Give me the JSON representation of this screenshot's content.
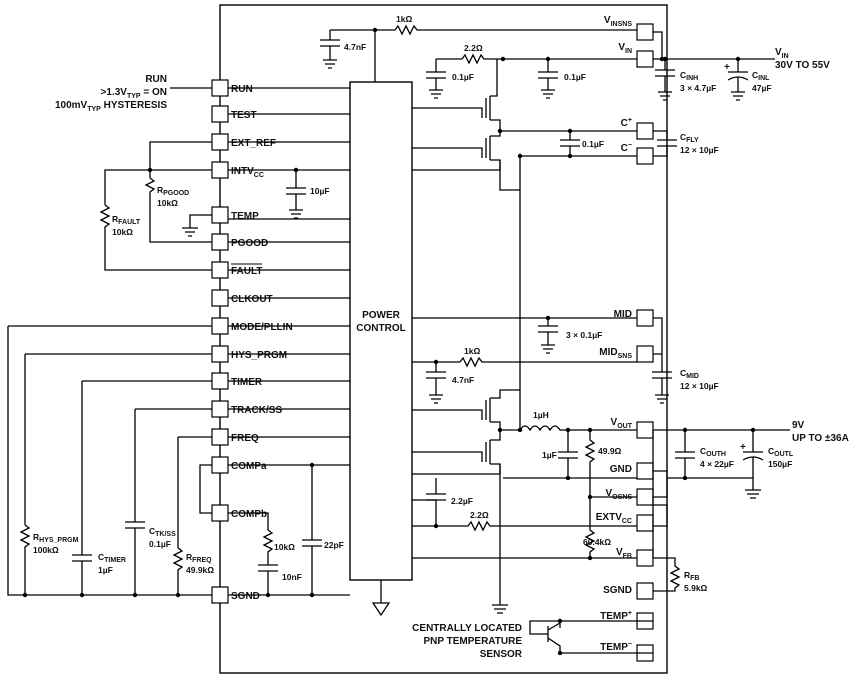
{
  "title": "",
  "left_pins": [
    {
      "id": "run",
      "label": "RUN"
    },
    {
      "id": "test",
      "label": "TEST"
    },
    {
      "id": "ext_ref",
      "label": "EXT_REF"
    },
    {
      "id": "intvcc",
      "label": "INTV",
      "sub": "CC"
    },
    {
      "id": "temp",
      "label": "TEMP"
    },
    {
      "id": "pgood",
      "label": "PGOOD"
    },
    {
      "id": "fault",
      "label": "FAULT"
    },
    {
      "id": "clkout",
      "label": "CLKOUT"
    },
    {
      "id": "mode",
      "label": "MODE/PLLIN"
    },
    {
      "id": "hys",
      "label": "HYS_PRGM"
    },
    {
      "id": "timer",
      "label": "TIMER"
    },
    {
      "id": "track",
      "label": "TRACK/SS"
    },
    {
      "id": "freq",
      "label": "FREQ"
    },
    {
      "id": "compa",
      "label": "COMPa"
    },
    {
      "id": "compb",
      "label": "COMPb"
    },
    {
      "id": "sgnd_l",
      "label": "SGND"
    }
  ],
  "right_pins": [
    {
      "id": "vinsns",
      "label": "V",
      "sub": "INSNS"
    },
    {
      "id": "vin",
      "label": "V",
      "sub": "IN"
    },
    {
      "id": "cplus",
      "label": "C",
      "sup": "+"
    },
    {
      "id": "cminus",
      "label": "C",
      "sup": "−"
    },
    {
      "id": "mid",
      "label": "MID"
    },
    {
      "id": "midsns",
      "label": "MID",
      "sub": "SNS"
    },
    {
      "id": "vout",
      "label": "V",
      "sub": "OUT"
    },
    {
      "id": "gnd",
      "label": "GND"
    },
    {
      "id": "vosns",
      "label": "V",
      "sub": "OSNS"
    },
    {
      "id": "extvcc",
      "label": "EXTV",
      "sub": "CC"
    },
    {
      "id": "vfb",
      "label": "V",
      "sub": "FB"
    },
    {
      "id": "sgnd_r",
      "label": "SGND"
    },
    {
      "id": "tempp",
      "label": "TEMP",
      "sup": "+"
    },
    {
      "id": "tempm",
      "label": "TEMP",
      "sup": "−"
    }
  ],
  "center_block": {
    "line1": "POWER",
    "line2": "CONTROL"
  },
  "run_note": {
    "l1": "RUN",
    "l2a": ">1.3V",
    "l2sub": "TYP",
    "l2b": " = ON",
    "l3a": "100mV",
    "l3sub": "TYP",
    "l3b": " HYSTERESIS"
  },
  "vin_note": {
    "name": "V",
    "name_sub": "IN",
    "range": "30V TO 55V"
  },
  "vout_note": {
    "volt": "9V",
    "current": "UP TO ±36A"
  },
  "sensor_note": {
    "l1": "CENTRALLY LOCATED",
    "l2": "PNP TEMPERATURE",
    "l3": "SENSOR"
  },
  "components": {
    "r_1k_top": "1kΩ",
    "c_4n7_top": "4.7nF",
    "r_2r2_top": "2.2Ω",
    "c_0u1_a": "0.1µF",
    "c_0u1_b": "0.1µF",
    "cinh": {
      "name": "C",
      "sub": "INH",
      "value": "3 × 4.7µF"
    },
    "cinl": {
      "name": "C",
      "sub": "INL",
      "value": "47µF"
    },
    "cfly": {
      "name": "C",
      "sub": "FLY",
      "value": "12 × 10µF"
    },
    "c_fly_0u1": "0.1µF",
    "c_intv": "10µF",
    "rpgood": {
      "name": "R",
      "sub": "PGOOD",
      "value": "10kΩ"
    },
    "rfault": {
      "name": "R",
      "sub": "FAULT",
      "value": "10kΩ"
    },
    "c_mid": "3 × 0.1µF",
    "r_1k_mid": "1kΩ",
    "c_4n7_mid": "4.7nF",
    "cmid": {
      "name": "C",
      "sub": "MID",
      "value": "12 × 10µF"
    },
    "inductor": "1µH",
    "c_1u": "1µF",
    "r_49r9": "49.9Ω",
    "couth": {
      "name": "C",
      "sub": "OUTH",
      "value": "4 × 22µF"
    },
    "coutl": {
      "name": "C",
      "sub": "OUTL",
      "value": "150µF"
    },
    "c_2u2": "2.2µF",
    "r_2r2_ext": "2.2Ω",
    "r_60k4": "60.4kΩ",
    "rfb": {
      "name": "R",
      "sub": "FB",
      "value": "5.9kΩ"
    },
    "rhys": {
      "name": "R",
      "sub": "HYS_PRGM",
      "value": "100kΩ"
    },
    "ctimer": {
      "name": "C",
      "sub": "TIMER",
      "value": "1µF"
    },
    "ctkss": {
      "name": "C",
      "sub": "TK/SS",
      "value": "0.1µF"
    },
    "rfreq": {
      "name": "R",
      "sub": "FREQ",
      "value": "49.9kΩ"
    },
    "r_10k_comp": "10kΩ",
    "c_10n": "10nF",
    "c_22p": "22pF"
  }
}
